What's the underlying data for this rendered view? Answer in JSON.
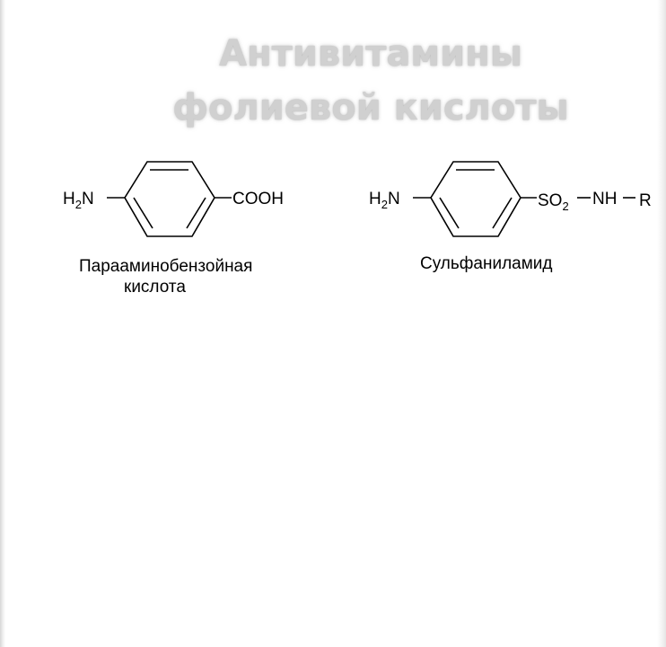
{
  "slide": {
    "title_line1": "Антивитамины",
    "title_line2": "фолиевой кислоты"
  },
  "molecule_left": {
    "amine": "H",
    "amine_sub": "2",
    "amine_tail": "N",
    "substituent": "COOH",
    "caption_line1": "Парааминобензойная",
    "caption_line2": "кислота"
  },
  "molecule_right": {
    "amine": "H",
    "amine_sub": "2",
    "amine_tail": "N",
    "group_so": "SO",
    "group_so_sub": "2",
    "group_nh": "NH",
    "group_r": "R",
    "caption": "Сульфаниламид"
  }
}
